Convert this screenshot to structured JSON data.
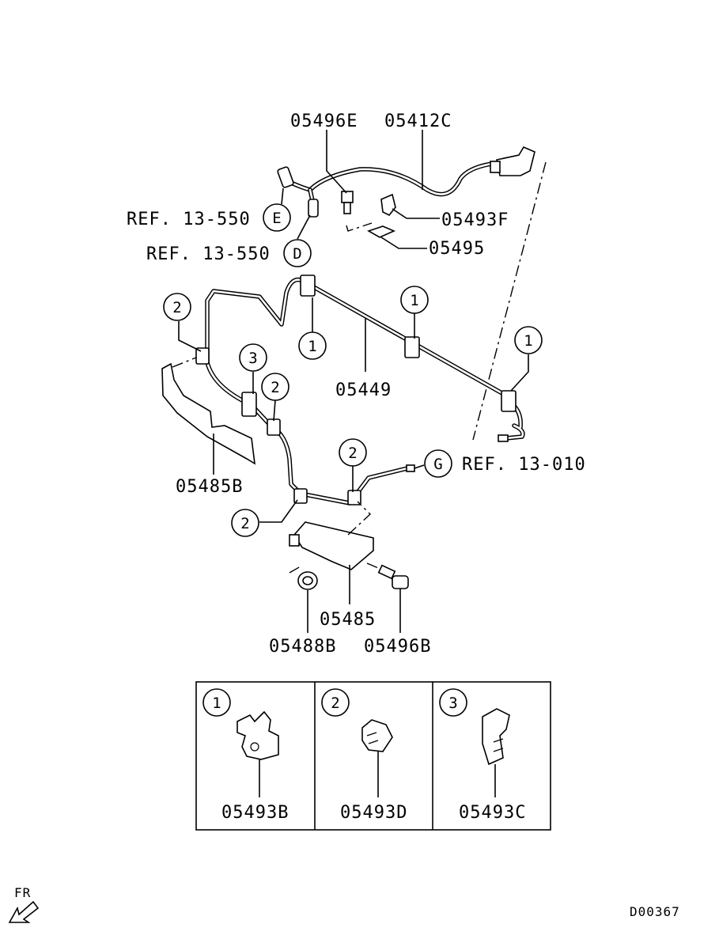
{
  "labels": {
    "p05496E": "05496E",
    "p05412C": "05412C",
    "p05493F": "05493F",
    "p05495": "05495",
    "ref_e": "REF. 13-550",
    "ref_d": "REF. 13-550",
    "p05449": "05449",
    "p05485B": "05485B",
    "ref_g": "REF. 13-010",
    "p05485": "05485",
    "p05488B": "05488B",
    "p05496B": "05496B"
  },
  "markers": {
    "e": "E",
    "d": "D",
    "g": "G",
    "c1a": "1",
    "c1b": "1",
    "c1c": "1",
    "c2a": "2",
    "c2b": "2",
    "c2c": "2",
    "c2d": "2",
    "c3": "3"
  },
  "legend": [
    {
      "num": "1",
      "part": "05493B"
    },
    {
      "num": "2",
      "part": "05493D"
    },
    {
      "num": "3",
      "part": "05493C"
    }
  ],
  "direction_label": "FR",
  "drawing_code": "D00367"
}
